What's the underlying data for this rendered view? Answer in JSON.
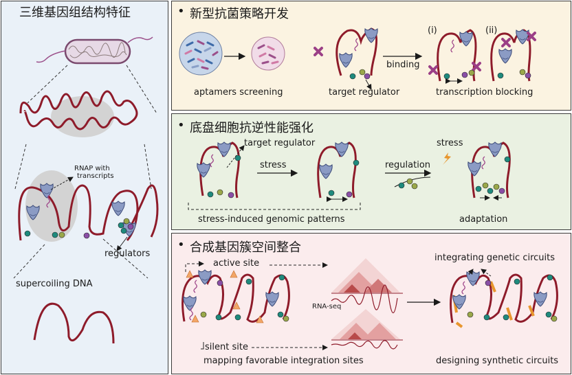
{
  "left": {
    "title": "三维基因组结构特征",
    "rnap": "RNAP with",
    "rnap2": "transcripts",
    "regulators": "regulators",
    "supercoiling": "supercoiling DNA"
  },
  "panel1": {
    "bullet": "•",
    "title": "新型抗菌策略开发",
    "aptamers": "aptamers screening",
    "target": "target regulator",
    "binding": "binding",
    "i": "(i)",
    "ii": "(ii)",
    "blocking": "transcription blocking"
  },
  "panel2": {
    "bullet": "•",
    "title": "底盘细胞抗逆性能强化",
    "target": "target regulator",
    "stress_arrow": "stress",
    "regulation": "regulation",
    "stress_top": "stress",
    "patterns": "stress-induced genomic patterns",
    "adaptation": "adaptation"
  },
  "panel3": {
    "bullet": "•",
    "title": "合成基因簇空间整合",
    "active": "active site",
    "rnaseq": "RNA-seq",
    "integrating": "integrating genetic circuits",
    "silent": "silent site",
    "mapping": "mapping favorable integration sites",
    "designing": "designing synthetic circuits"
  },
  "colors": {
    "dna": "#8e1b2a",
    "rnap": "#8b9bc4",
    "teal": "#1f8a7d",
    "purple": "#8a4fa6",
    "olive": "#9aa84a",
    "magenta": "#9b3f86",
    "orange": "#e8962e",
    "left_bg": "#eaf1f8",
    "p1_bg": "#fbf3e1",
    "p2_bg": "#eaf1e2",
    "p3_bg": "#fbeced"
  }
}
